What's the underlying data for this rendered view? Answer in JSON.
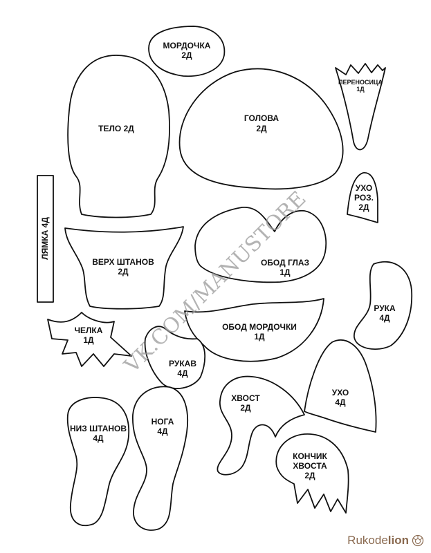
{
  "pieces": {
    "mordochka": {
      "name": "МОРДОЧКА",
      "count": "2Д"
    },
    "telo": {
      "name": "ТЕЛО 2Д"
    },
    "golova": {
      "name": "ГОЛОВА",
      "count": "2Д"
    },
    "perenosica": {
      "name": "ПЕРЕНОСИЦА",
      "count": "1Д"
    },
    "ukho_roz": {
      "name": "УХО",
      "name2": "РОЗ.",
      "count": "2Д"
    },
    "lyamka": {
      "name": "ЛЯМКА 4Д"
    },
    "verkh_shtanov": {
      "name": "ВЕРХ ШТАНОВ",
      "count": "2Д"
    },
    "obod_glaz": {
      "name": "ОБОД ГЛАЗ",
      "count": "1Д"
    },
    "ruka": {
      "name": "РУКА",
      "count": "4Д"
    },
    "obod_mordochki": {
      "name": "ОБОД МОРДОЧКИ",
      "count": "1Д"
    },
    "chelka": {
      "name": "ЧЕЛКА",
      "count": "1Д"
    },
    "rukav": {
      "name": "РУКАВ",
      "count": "4Д"
    },
    "ukho": {
      "name": "УХО",
      "count": "4Д"
    },
    "khvost": {
      "name": "ХВОСТ",
      "count": "2Д"
    },
    "niz_shtanov": {
      "name": "НИЗ ШТАНОВ",
      "count": "4Д"
    },
    "noga": {
      "name": "НОГА",
      "count": "4Д"
    },
    "konchik_khvosta": {
      "name": "КОНЧИК",
      "name2": "ХВОСТА",
      "count": "2Д"
    }
  },
  "watermark": "VK.COM/MANUSTORE",
  "logo": {
    "text_regular": "Rukode",
    "text_bold": "lion"
  },
  "colors": {
    "logo": "#8a6a50",
    "outline": "#111111",
    "watermark": "#9a9a9a"
  }
}
